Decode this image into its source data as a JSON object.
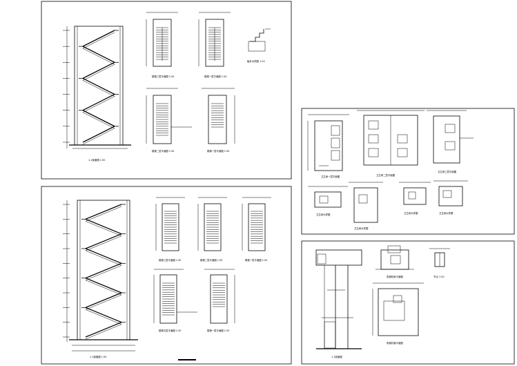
{
  "sheet": {
    "title_bar": ""
  },
  "panels": {
    "top_left": {
      "section_label": "1-1剖面图  1:50",
      "plan_1_label": "楼梯三层平面图  1:50",
      "plan_2_label": "楼梯一层平面图  1:50",
      "plan_3_label": "楼梯二层平面图  1:50",
      "plan_4_label": "楼梯一层平面图  1:50",
      "detail_label": "踏步大样图  1:20"
    },
    "bottom_left": {
      "section_label": "1-1剖面图  1:50",
      "plan_1_label": "楼梯三层平面图  1:50",
      "plan_2_label": "楼梯二层平面图  1:50",
      "plan_3_label": "楼梯一层平面图  1:50",
      "plan_4_label": "楼梯五层平面图  1:50",
      "plan_5_label": "楼梯一层平面图  1:50"
    },
    "right_middle": {
      "plan_a_label": "卫生间一层平面图",
      "plan_b_label": "卫生间二层平面图",
      "plan_c_label": "卫生间三层平面图",
      "detail_a_label": "卫生间大样图",
      "detail_b_label": "卫生间大样图",
      "detail_c_label": "卫生间大样图",
      "detail_d_label": "卫生间大样图"
    },
    "right_bottom": {
      "section_label": "1-1剖面图",
      "plan_label": "电梯井道平面图",
      "detail_label": "电梯机房平面图",
      "small_label": "节点  1:20"
    }
  }
}
